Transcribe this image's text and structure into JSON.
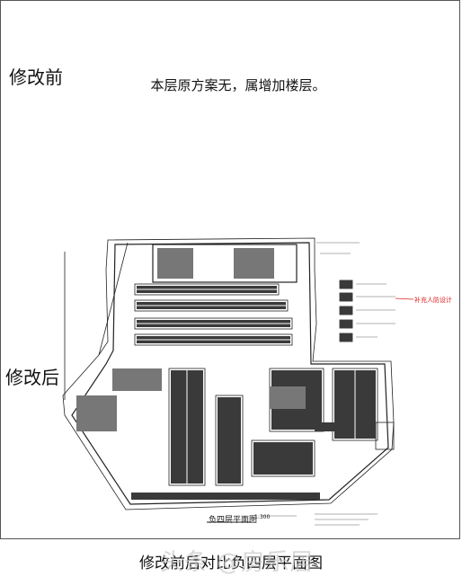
{
  "labels": {
    "before": "修改前",
    "after": "修改后"
  },
  "note_before": "本层原方案无，属增加楼层。",
  "plan": {
    "title": "负四层平面图",
    "scale": "1:300",
    "supplement_note": "补充人防设计"
  },
  "caption": "修改前后对比负四层平面图",
  "watermark": "头条 @房乐居",
  "colors": {
    "line": "#222222",
    "fill_dark": "#3a3a3a",
    "fill_mid": "#777777",
    "accent_red": "#dd2222"
  }
}
